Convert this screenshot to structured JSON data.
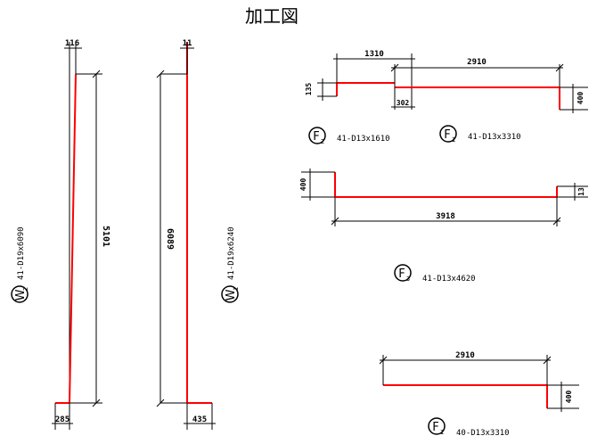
{
  "title": "加工図",
  "colors": {
    "bar": "#ff0000",
    "line": "#000000",
    "background": "#ffffff"
  },
  "dims": {
    "w2_top": "116",
    "w2_len": "5101",
    "w2_bottom": "285",
    "w1_top": "11",
    "w1_len": "6089",
    "w1_bottom": "435",
    "f2_hook": "135",
    "f2_len": "1310",
    "f2_overlap": "302",
    "f1a_len": "2910",
    "f1a_hook": "400",
    "f3_hook_left": "400",
    "f3_len": "3918",
    "f3_hook_right": "13",
    "f1b_len": "2910",
    "f1b_hook": "400"
  },
  "marks": {
    "w2": {
      "letter": "W",
      "sub": "2",
      "spec": "41-D19x6090"
    },
    "w1": {
      "letter": "W",
      "sub": "1",
      "spec": "41-D19x6240"
    },
    "f2": {
      "letter": "F",
      "sub": "2",
      "spec": "41-D13x1610"
    },
    "f1a": {
      "letter": "F",
      "sub": "1",
      "spec": "41-D13x3310"
    },
    "f3": {
      "letter": "F",
      "sub": "3",
      "spec": "41-D13x4620"
    },
    "f1b": {
      "letter": "F",
      "sub": "1",
      "spec": "40-D13x3310"
    }
  }
}
